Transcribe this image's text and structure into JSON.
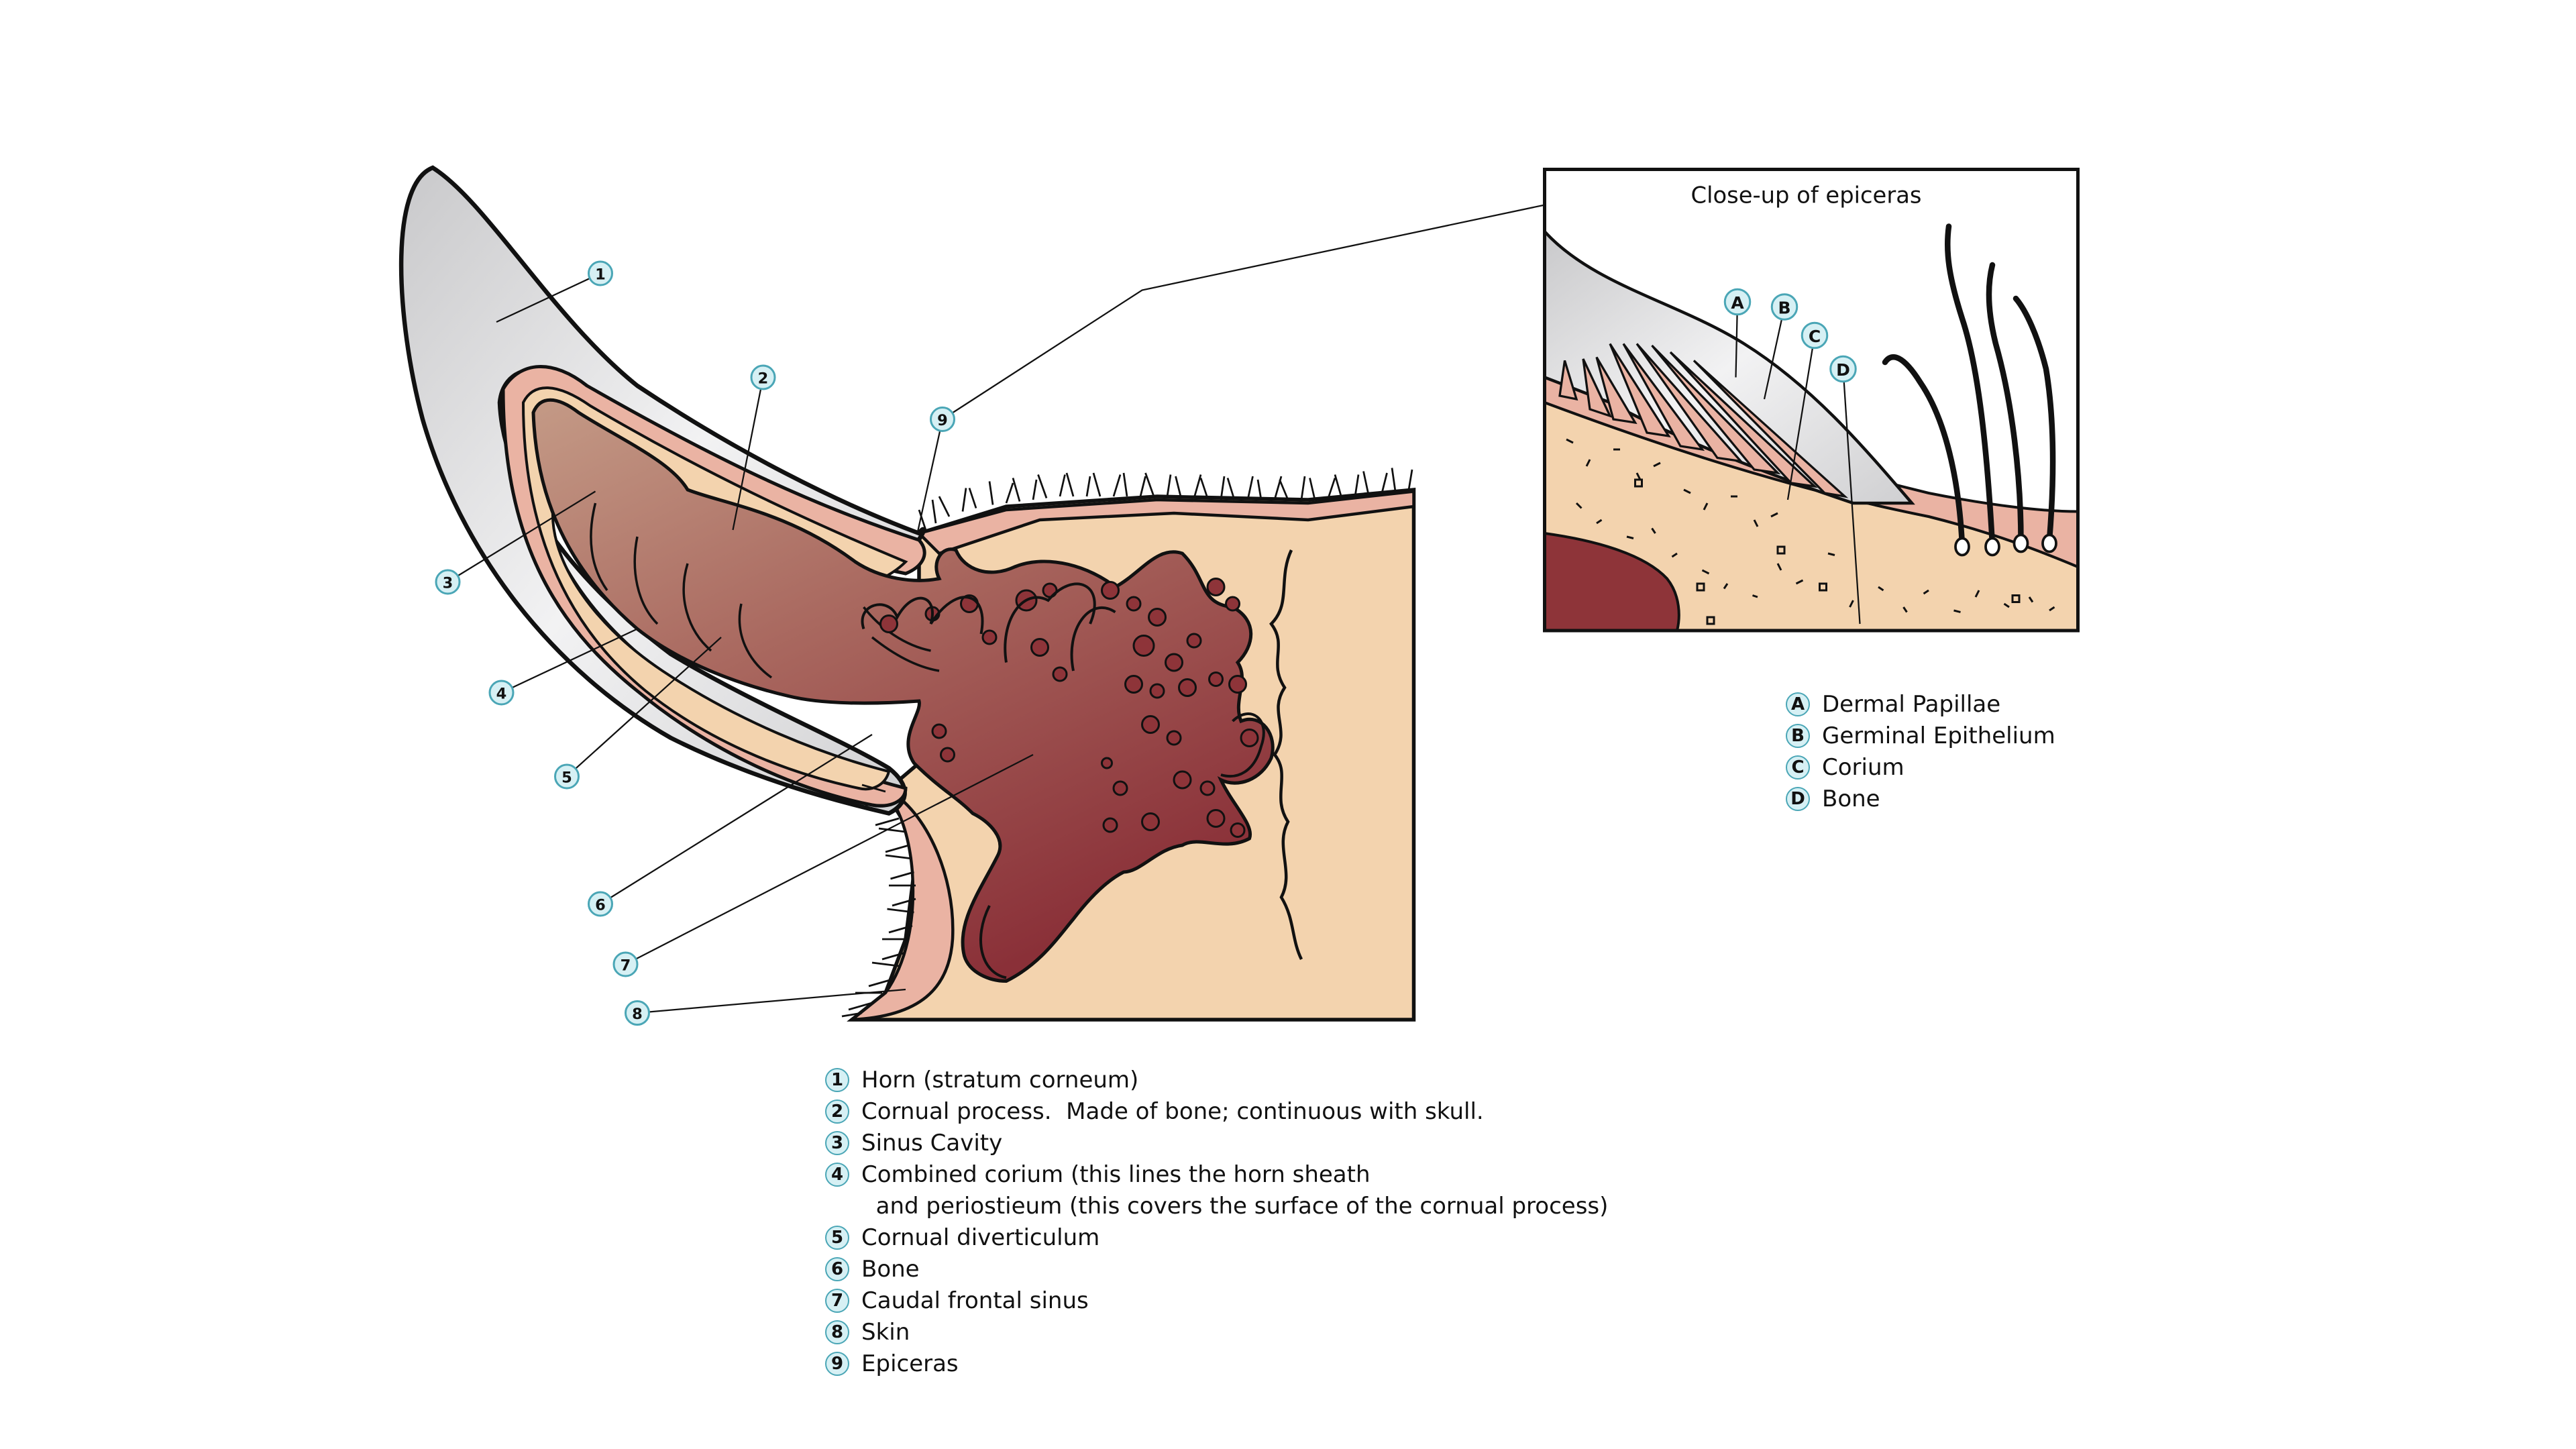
{
  "closeup": {
    "title": "Close-up of epiceras"
  },
  "callouts_main": [
    "1",
    "2",
    "3",
    "4",
    "5",
    "6",
    "7",
    "8",
    "9"
  ],
  "callouts_closeup": [
    "A",
    "B",
    "C",
    "D"
  ],
  "legend_main": [
    {
      "badge": "1",
      "text": "Horn (stratum corneum)"
    },
    {
      "badge": "2",
      "text": "Cornual process.  Made of bone; continuous with skull."
    },
    {
      "badge": "3",
      "text": "Sinus Cavity"
    },
    {
      "badge": "4",
      "text": "Combined corium (this lines the horn sheath"
    },
    {
      "badge": "",
      "text": "  and periostieum (this covers the surface of the cornual process)"
    },
    {
      "badge": "5",
      "text": "Cornual diverticulum"
    },
    {
      "badge": "6",
      "text": "Bone"
    },
    {
      "badge": "7",
      "text": "Caudal frontal sinus"
    },
    {
      "badge": "8",
      "text": "Skin"
    },
    {
      "badge": "9",
      "text": "Epiceras"
    }
  ],
  "legend_closeup": [
    {
      "badge": "A",
      "text": "Dermal Papillae"
    },
    {
      "badge": "B",
      "text": "Germinal Epithelium"
    },
    {
      "badge": "C",
      "text": "Corium"
    },
    {
      "badge": "D",
      "text": "Bone"
    }
  ],
  "colors": {
    "horn": "#d9d9da",
    "skin": "#eab3a3",
    "bone": "#f3d3ae",
    "sinus_light": "#b98978",
    "sinus_dark": "#8e3439",
    "badge_fill": "#d6f0f4",
    "badge_stroke": "#4aa6b6"
  }
}
